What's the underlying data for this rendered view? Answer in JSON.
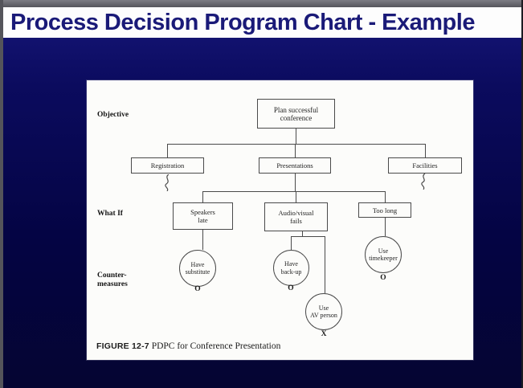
{
  "slide": {
    "title": "Process Decision Program Chart - Example"
  },
  "figure": {
    "row_labels": {
      "objective": "Objective",
      "what_if": "What If",
      "countermeasures_l1": "Counter-",
      "countermeasures_l2": "measures"
    },
    "objective_box": {
      "l1": "Plan successful",
      "l2": "conference"
    },
    "branches": {
      "registration": "Registration",
      "presentations": "Presentations",
      "facilities": "Facilities"
    },
    "what_ifs": {
      "speakers": {
        "l1": "Speakers",
        "l2": "late"
      },
      "audio": {
        "l1": "Audio/visual",
        "l2": "fails"
      },
      "too_long": "Too long"
    },
    "countermeasures": {
      "substitute": {
        "l1": "Have",
        "l2": "substitute",
        "mark": "O"
      },
      "backup": {
        "l1": "Have",
        "l2": "back-up",
        "mark": "O"
      },
      "timekeeper": {
        "l1": "Use",
        "l2": "timekeeper",
        "mark": "O"
      },
      "av_person": {
        "l1": "Use",
        "l2": "AV person",
        "mark": "X"
      }
    },
    "caption": {
      "label": "FIGURE 12-7",
      "text": "PDPC for Conference Presentation"
    }
  },
  "colors": {
    "bg-top": "#17177c",
    "bg-bottom": "#050532",
    "title-text": "#1a1a78",
    "title-bg": "#fdfdfd",
    "panel-bg": "#fcfcfa",
    "line": "#4a4a4a"
  }
}
